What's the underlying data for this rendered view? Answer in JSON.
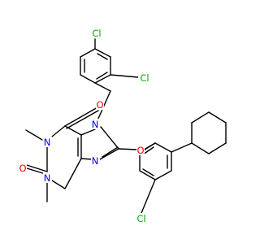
{
  "colors": {
    "bond": "#000000",
    "carbon_label": "#000000",
    "oxygen": "#ff0000",
    "nitrogen": "#0000ff",
    "chlorine": "#00aa00",
    "background": "#ffffff"
  },
  "atoms": {
    "cl_top": "Cl",
    "cl_ortho": "Cl",
    "cl_bottom": "Cl",
    "o_ether": "O",
    "o_upper": "O",
    "o_lower": "O",
    "n7": "N",
    "n1": "N",
    "n3": "N",
    "n9": "N"
  }
}
